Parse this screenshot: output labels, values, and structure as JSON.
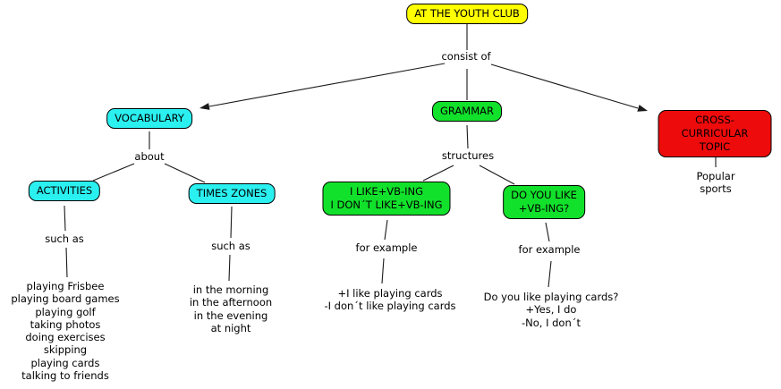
{
  "colors": {
    "root_bg": "#FFFF00",
    "vocab_bg": "#2BF0F0",
    "grammar_bg": "#12E12B",
    "cross_bg": "#EE0B0B"
  },
  "nodes": {
    "root": {
      "label": "AT THE YOUTH CLUB"
    },
    "vocabulary": {
      "label": "VOCABULARY"
    },
    "grammar": {
      "label": "GRAMMAR"
    },
    "cross_curricular": {
      "lines": [
        "CROSS-CURRICULAR",
        "TOPIC"
      ]
    },
    "activities": {
      "label": "ACTIVITIES"
    },
    "times_zones": {
      "label": "TIMES ZONES"
    },
    "like_structure": {
      "lines": [
        "I LIKE+VB-ING",
        "I DON´T LIKE+VB-ING"
      ]
    },
    "do_you_like": {
      "lines": [
        "DO YOU LIKE",
        "+VB-ING?"
      ]
    }
  },
  "link_labels": {
    "consist_of": "consist of",
    "about": "about",
    "structures": "structures",
    "such_as_activities": "such as",
    "such_as_times": "such as",
    "for_example_like": "for example",
    "for_example_do": "for example"
  },
  "leaves": {
    "popular_sports": "Popular sports",
    "activity_examples": [
      "playing Frisbee",
      "playing board games",
      "playing golf",
      "taking photos",
      "doing exercises",
      "skipping",
      "playing cards",
      "talking to friends"
    ],
    "time_examples": [
      "in the morning",
      "in the afternoon",
      "in the evening",
      "at night"
    ],
    "like_examples": [
      "+I like playing cards",
      "-I don´t like playing cards"
    ],
    "do_you_like_examples": [
      "Do you like playing cards?",
      "+Yes, I do",
      "-No, I don´t"
    ]
  }
}
